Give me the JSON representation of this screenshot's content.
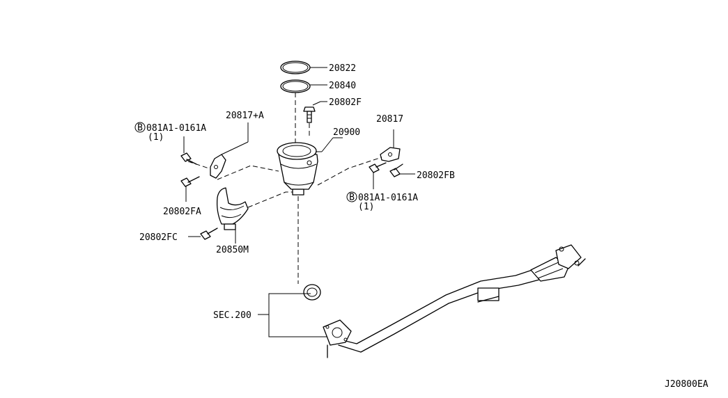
{
  "labels": {
    "p20822": "20822",
    "p20840": "20840",
    "p20802F": "20802F",
    "p20817A": "20817+A",
    "p20817": "20817",
    "p20900": "20900",
    "boltLeft": "081A1-0161A",
    "boltLeftQty": "(1)",
    "boltRight": "081A1-0161A",
    "boltRightQty": "(1)",
    "circleB": "B",
    "p20802FB": "20802FB",
    "p20802FA": "20802FA",
    "p20802FC": "20802FC",
    "p20850M": "20850M",
    "sec200": "SEC.200",
    "diagramId": "J20800EA"
  }
}
